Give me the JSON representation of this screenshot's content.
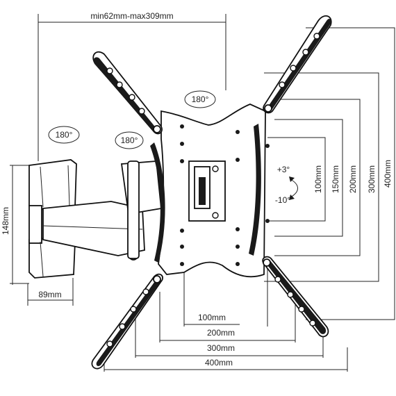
{
  "title": "",
  "depth": {
    "range_label": "min62mm-max309mm"
  },
  "rotation": {
    "swivel_1": "180°",
    "swivel_2": "180°",
    "swivel_3": "180°",
    "tilt_up": "+3°",
    "tilt_down": "-10°"
  },
  "wall_plate": {
    "height_label": "148mm",
    "width_label": "89mm"
  },
  "vesa_horizontal": [
    "100mm",
    "200mm",
    "300mm",
    "400mm"
  ],
  "vesa_vertical": [
    "100mm",
    "150mm",
    "200mm",
    "300mm",
    "400mm"
  ]
}
